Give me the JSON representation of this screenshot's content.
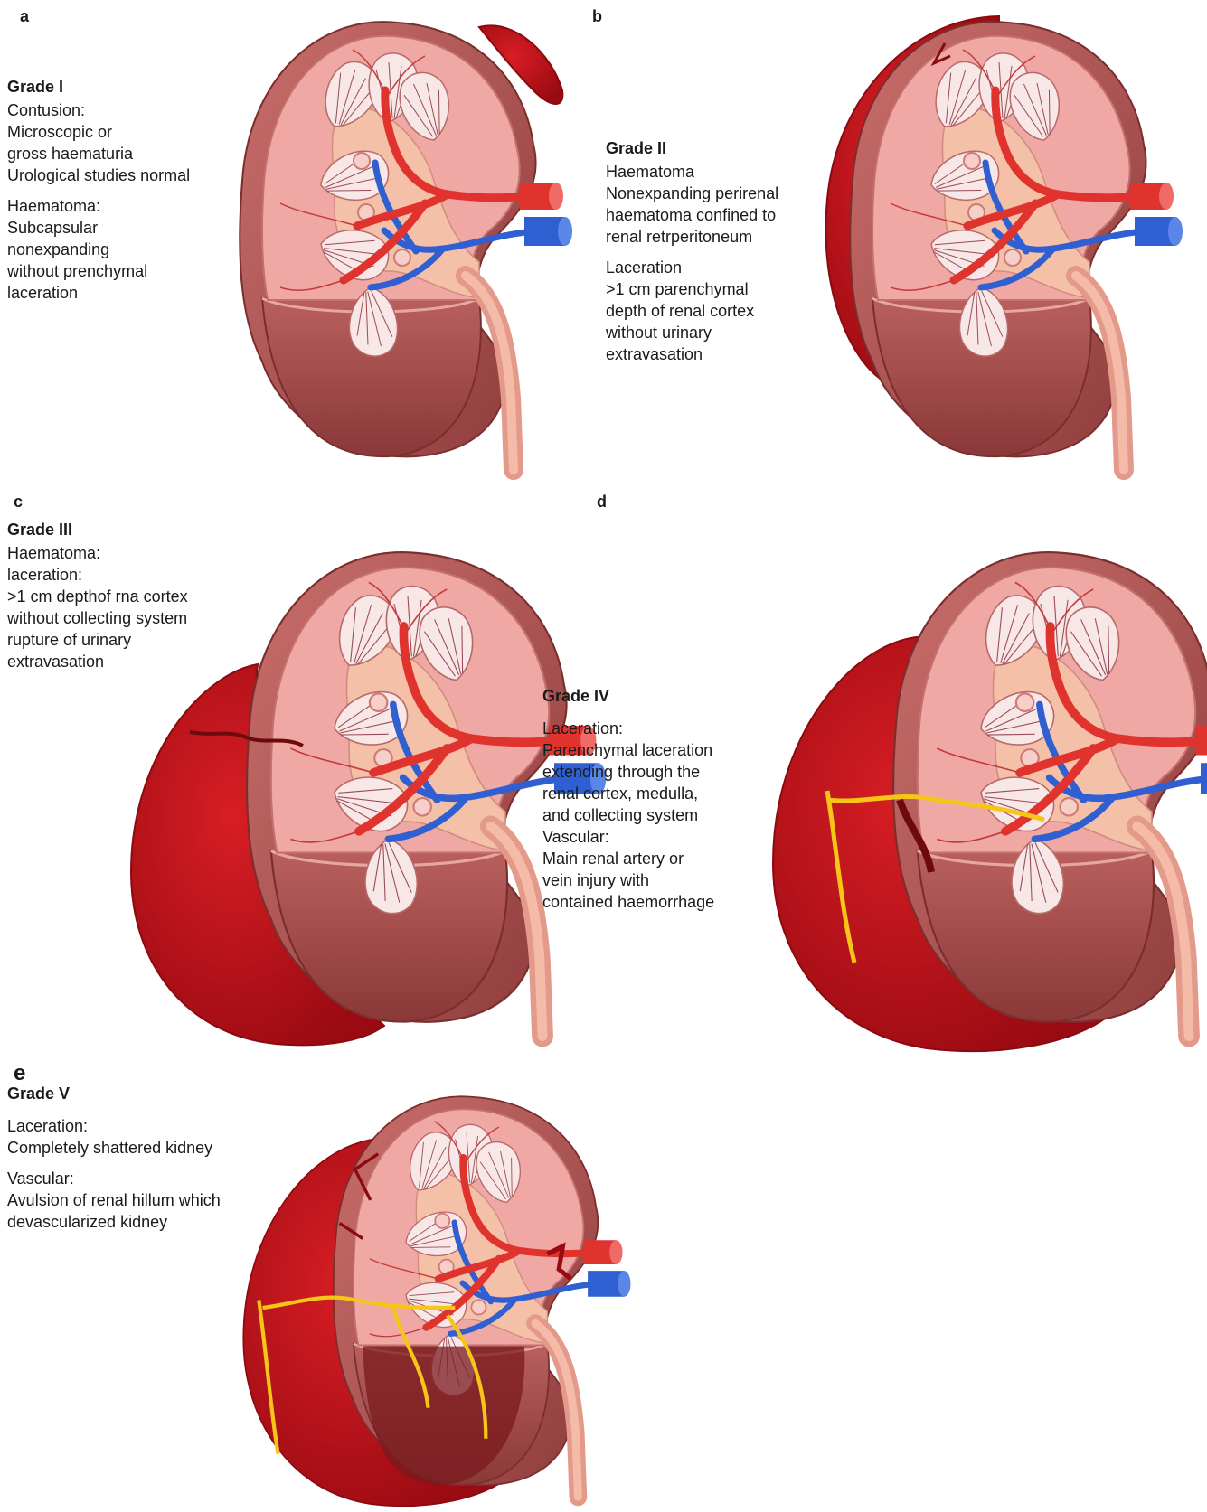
{
  "panels": {
    "a": {
      "letter": "a",
      "grade": "Grade I",
      "group1": [
        "Contusion:",
        "Microscopic or",
        "gross haematuria",
        "Urological studies normal"
      ],
      "group2": [
        "Haematoma:",
        "Subcapsular",
        "nonexpanding",
        "without prenchymal",
        "laceration"
      ]
    },
    "b": {
      "letter": "b",
      "grade": "Grade II",
      "group1": [
        "Haematoma",
        "Nonexpanding perirenal",
        "haematoma confined to",
        "renal retrperitoneum"
      ],
      "group2": [
        "Laceration",
        ">1 cm parenchymal",
        "depth of renal cortex",
        "without urinary",
        "extravasation"
      ]
    },
    "c": {
      "letter": "c",
      "grade": "Grade III",
      "group1": [
        "Haematoma:",
        "laceration:",
        ">1 cm depthof rna cortex",
        "without collecting system",
        "rupture of urinary",
        "extravasation"
      ]
    },
    "d": {
      "letter": "d",
      "grade": "Grade IV",
      "group1": [
        "Laceration:",
        "Parenchymal laceration",
        "extending through the",
        "renal cortex, medulla,",
        "and collecting system",
        "Vascular:",
        "Main renal artery or",
        "vein injury with",
        "contained haemorrhage"
      ]
    },
    "e": {
      "letter": "e",
      "grade": "Grade V",
      "group1": [
        "Laceration:",
        "Completely shattered kidney"
      ],
      "group2": [
        "Vascular:",
        "Avulsion of renal hillum which",
        "devascularized kidney"
      ]
    }
  },
  "colors": {
    "capsule": "#b85a5a",
    "cortex": "#f0a8a4",
    "pyramid": "#f7e7e6",
    "artery": "#e0332e",
    "vein": "#2f5fd0",
    "hematoma": "#c4141e",
    "laceration": "#f5c518"
  }
}
